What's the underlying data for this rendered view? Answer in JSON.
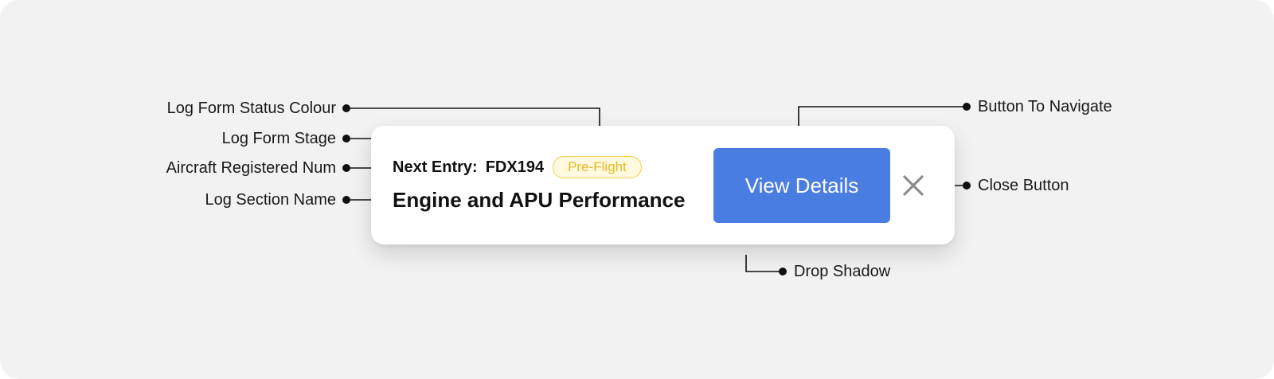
{
  "annotations": {
    "status_colour": "Log Form Status Colour",
    "form_stage": "Log Form Stage",
    "aircraft_reg": "Aircraft Registered Num",
    "section_name": "Log Section Name",
    "navigate_button": "Button To Navigate",
    "close_button": "Close Button",
    "drop_shadow": "Drop Shadow"
  },
  "card": {
    "entry_prefix": "Next Entry:",
    "registration": "FDX194",
    "stage": "Pre-Flight",
    "section_title": "Engine and APU Performance",
    "view_button_label": "View Details",
    "close_icon": "close-icon"
  },
  "colors": {
    "background": "#f2f2f2",
    "card": "#ffffff",
    "button": "#4a7de2",
    "stage_pill_border": "#f2cf4a",
    "stage_pill_text": "#e8b820",
    "close_icon": "#8c8c8c",
    "connector": "#111111"
  }
}
